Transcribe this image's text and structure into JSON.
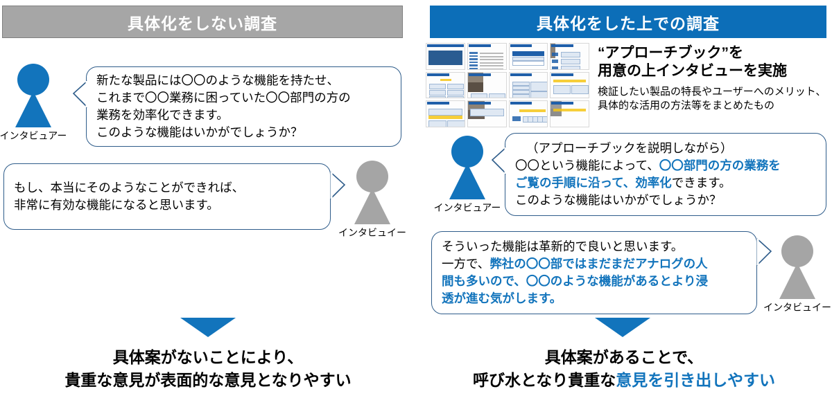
{
  "left": {
    "banner": "具体化をしない調査",
    "interviewer": {
      "label": "インタビュアー",
      "color": "#1274BC"
    },
    "interviewee": {
      "label": "インタビュイー",
      "color": "#A5A5A5"
    },
    "bubble1": [
      "新たな製品には〇〇のような機能を持たせ、",
      "これまで〇〇業務に困っていた〇〇部門の方の",
      "業務を効率化できます。",
      "このような機能はいかがでしょうか？"
    ],
    "bubble2": [
      "もし、本当にそのようなことができれば、",
      "非常に有効な機能になると思います。"
    ],
    "conclusion": [
      "具体案がないことにより、",
      "貴重な意見が表面的な意見となりやすい"
    ]
  },
  "right": {
    "banner": "具体化をした上での調査",
    "approach_book": {
      "title_line1": "“アプローチブック”を",
      "title_line2": "用意の上インタビューを実施",
      "sub_line1": "検証したい製品の特長やユーザーへのメリット、",
      "sub_line2": "具体的な活用の方法等をまとめたもの",
      "thumbnail_count": 12
    },
    "interviewer": {
      "label": "インタビュアー",
      "color": "#1274BC"
    },
    "interviewee": {
      "label": "インタビュイー",
      "color": "#A5A5A5"
    },
    "bubble1": {
      "line1": "（アプローチブックを説明しながら）",
      "line2_a": "〇〇という機能によって、",
      "line2_b": "〇〇部門の方の業務を",
      "line3_a": "ご覧の手順に沿って、効率化",
      "line3_b": "できます。",
      "line4": "このような機能はいかがでしょうか？"
    },
    "bubble2": {
      "line1": "そういった機能は革新的で良いと思います。",
      "line2_a": "一方で、",
      "line2_b": "弊社の〇〇部ではまだまだアナログの人",
      "line3": "間も多いので、〇〇のような機能があるとより浸",
      "line4": "透が進む気がします。"
    },
    "conclusion": {
      "line1": "具体案があることで、",
      "line2_a": "呼び水となり貴重な",
      "line2_b": "意見を引き出しやすい"
    }
  },
  "colors": {
    "accent_blue": "#1274BC",
    "banner_blue": "#0C6EB8",
    "banner_gray": "#A6A6A6",
    "bubble_border": "#2E5C8A",
    "person_gray": "#A5A5A5"
  }
}
